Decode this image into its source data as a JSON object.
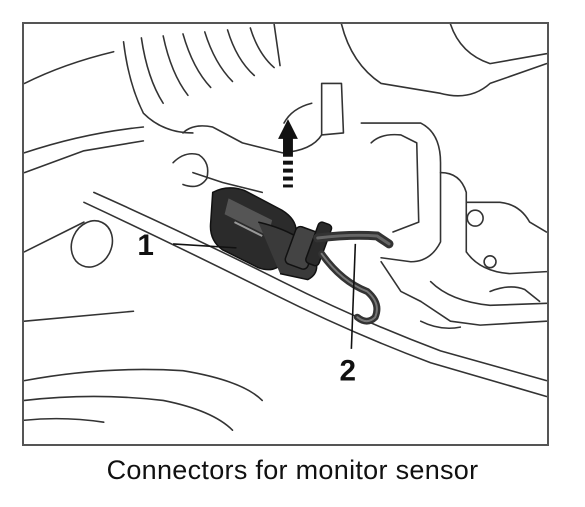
{
  "figure": {
    "callouts": [
      {
        "label": "1",
        "target": "connector"
      },
      {
        "label": "2",
        "target": "sensor wiring harness"
      }
    ],
    "direction_indicator": "up-arrow"
  },
  "caption": "Connectors for monitor sensor"
}
